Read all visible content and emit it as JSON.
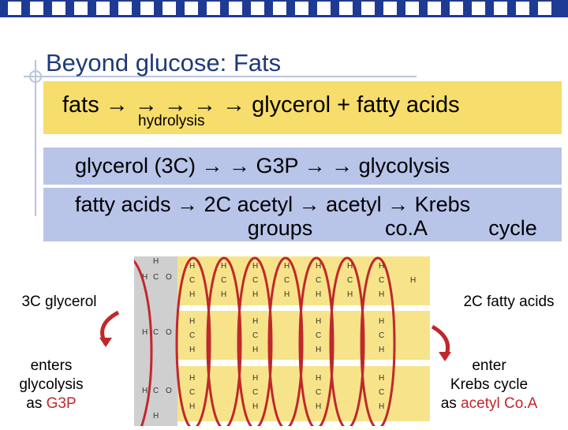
{
  "slide": {
    "title": "Beyond glucose: Fats",
    "row1": {
      "text": "fats → → → → → glycerol + fatty acids",
      "sub": "hydrolysis"
    },
    "row2": {
      "text": "glycerol (3C) → → G3P → → glycolysis"
    },
    "row3": {
      "line1": "fatty acids → 2C acetyl → acetyl → Krebs",
      "g1": "groups",
      "g2": "co.A",
      "g3": "cycle"
    },
    "left": {
      "top": "3C glycerol",
      "l1": "enters",
      "l2": "glycolysis",
      "l3a": "as ",
      "l3b": "G3P"
    },
    "right": {
      "top": "2C fatty acids",
      "l1": "enter",
      "l2": "Krebs cycle",
      "l3a": "as ",
      "l3b": "acetyl Co.A"
    }
  },
  "colors": {
    "accent": "#c0282c",
    "topbar": "#1f3a93",
    "yellow": "#f7dd6b",
    "blue": "#b8c4e8"
  }
}
